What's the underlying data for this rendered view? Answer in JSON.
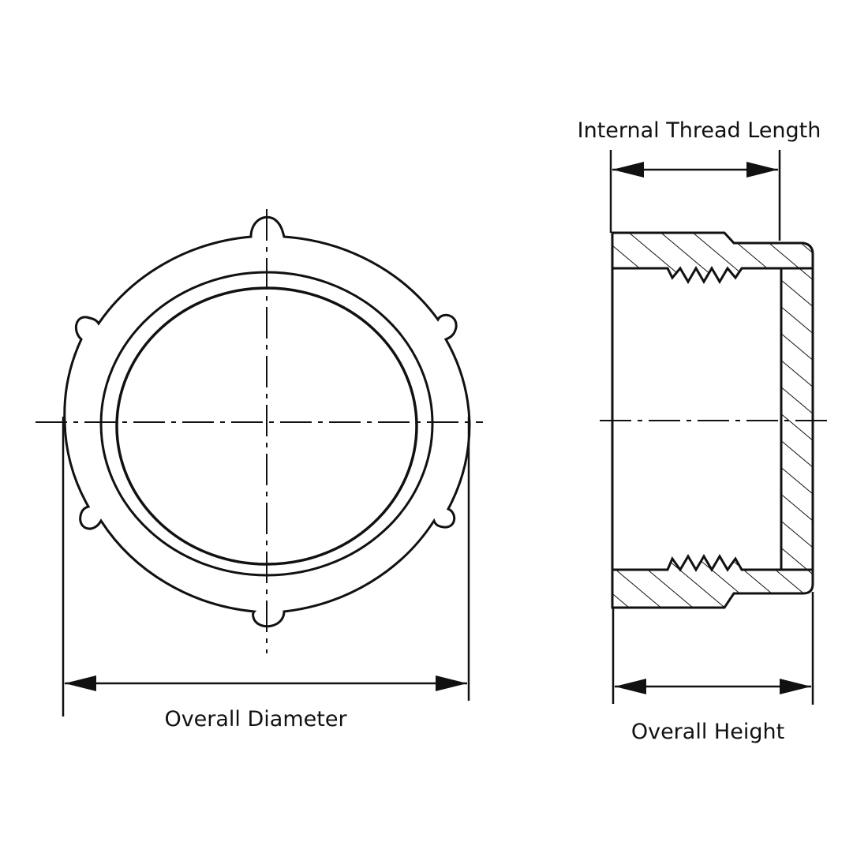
{
  "labels": {
    "overall_diameter": "Overall Diameter",
    "internal_thread_length": "Internal Thread Length",
    "overall_height": "Overall Height"
  },
  "colors": {
    "line": "#111111",
    "background": "#ffffff"
  }
}
